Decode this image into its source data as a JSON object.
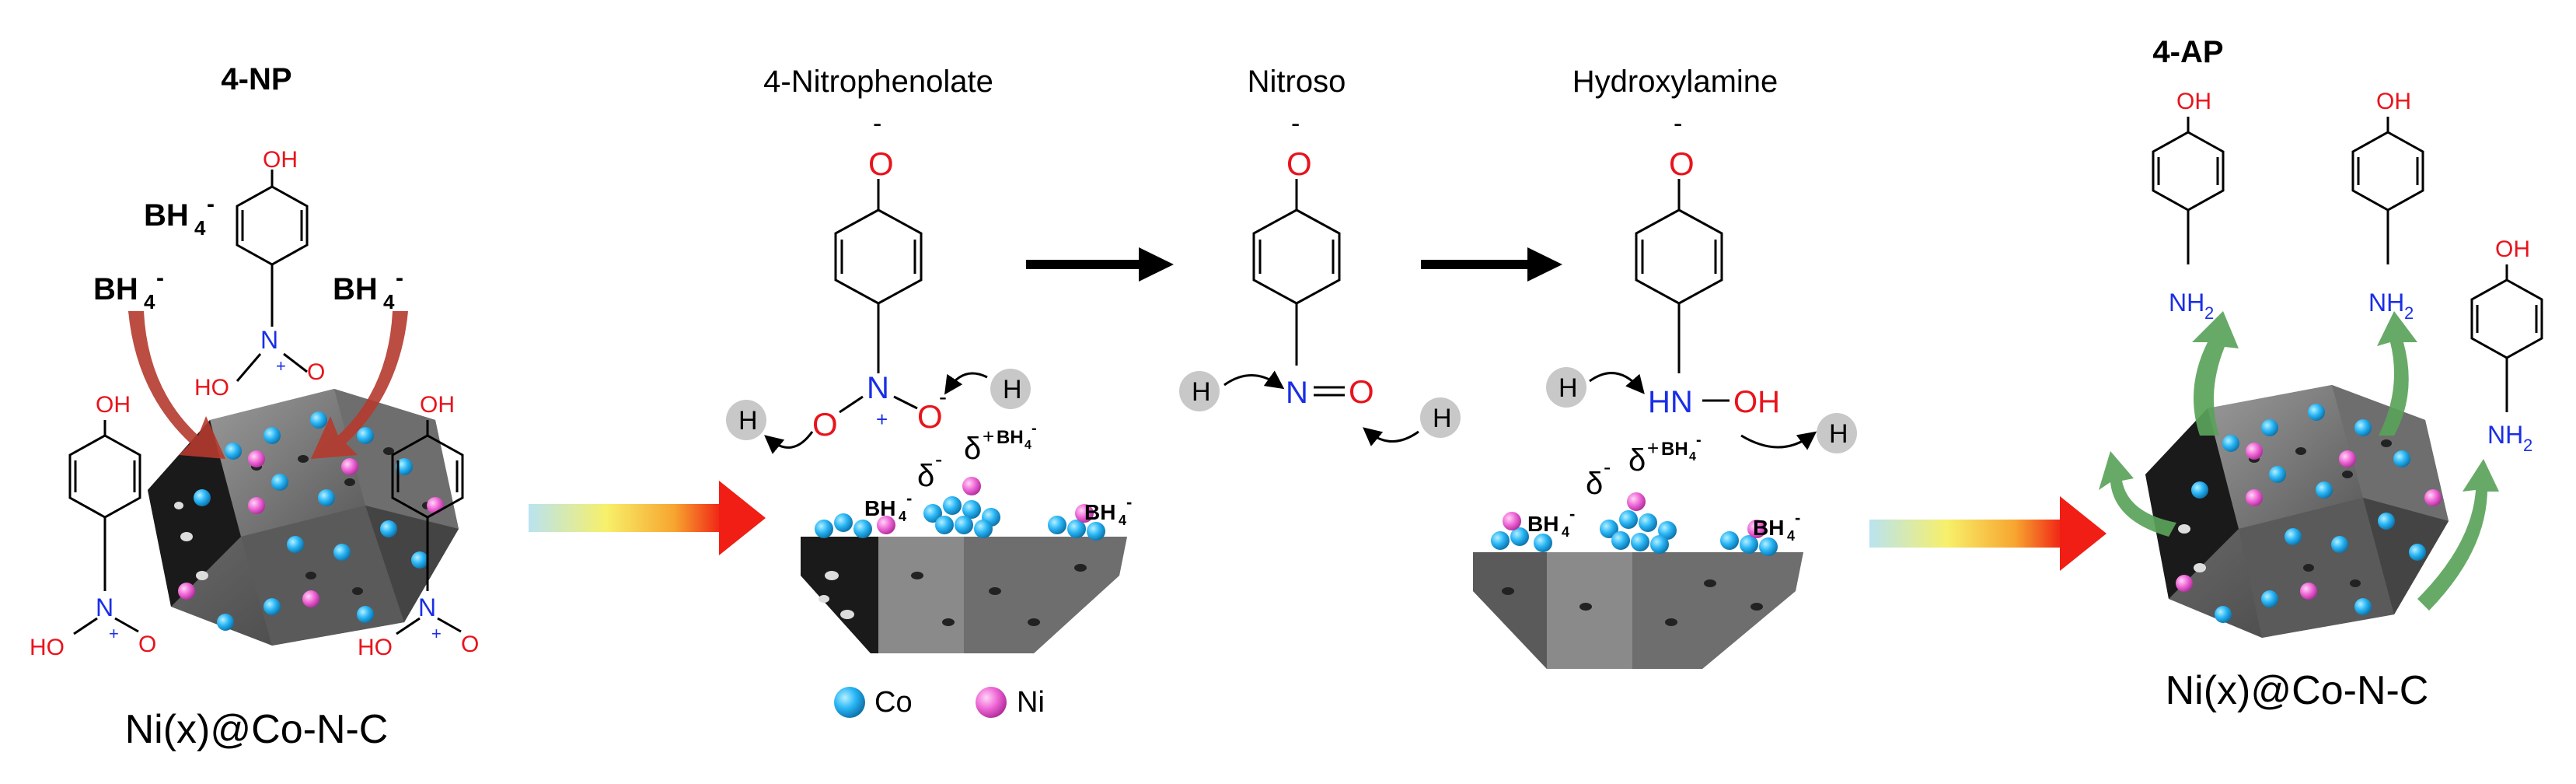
{
  "labels": {
    "reactant_title": "4-NP",
    "step1_title": "4-Nitrophenolate",
    "step2_title": "Nitroso",
    "step3_title": "Hydroxylamine",
    "product_title": "4-AP",
    "catalyst_left": "Ni(x)@Co-N-C",
    "catalyst_right": "Ni(x)@Co-N-C"
  },
  "atoms": {
    "OH": "OH",
    "O": "O",
    "N": "N",
    "H": "H",
    "HN": "HN",
    "NH": "NH",
    "NH2": "NH",
    "HO": "HO",
    "minus": "-",
    "plus": "+",
    "sub2": "2"
  },
  "reagents": {
    "bh4": "BH",
    "bh4_sub": "4",
    "bh4_sup": "-",
    "delta_minus": "δ",
    "delta_plus": "δ"
  },
  "legend": {
    "co_label": "Co",
    "ni_label": "Ni",
    "co_color": "#29b6f6",
    "ni_color": "#f06bd8"
  },
  "colors": {
    "oxygen": "#e8141c",
    "nitrogen": "#1a2ee6",
    "arrow_red": "#c0392b",
    "arrow_green": "#5aa35a",
    "hydrogen_circle": "#c8c8c8"
  }
}
